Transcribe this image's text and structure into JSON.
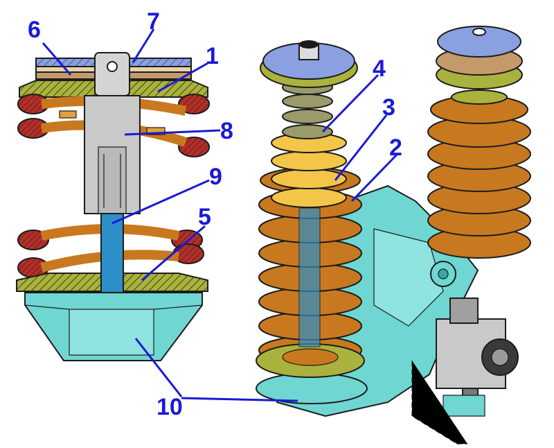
{
  "labels": {
    "p1": "1",
    "p2": "2",
    "p3": "3",
    "p4": "4",
    "p5": "5",
    "p6": "6",
    "p7": "7",
    "p8": "8",
    "p9": "9",
    "p10": "10"
  },
  "colors": {
    "label_blue": "#1a1ad6",
    "cyan_body": "#6fd6d2",
    "orange_spring": "#c8791f",
    "yellow_spring": "#f3c64a",
    "olive_spring": "#9a9a6b",
    "red_coil": "#b2302a",
    "plate_blue": "#8aa0e0",
    "olive_plate": "#a9b23c",
    "gray_rod": "#c9c9c9",
    "steel_blue": "#2d8fc8"
  }
}
